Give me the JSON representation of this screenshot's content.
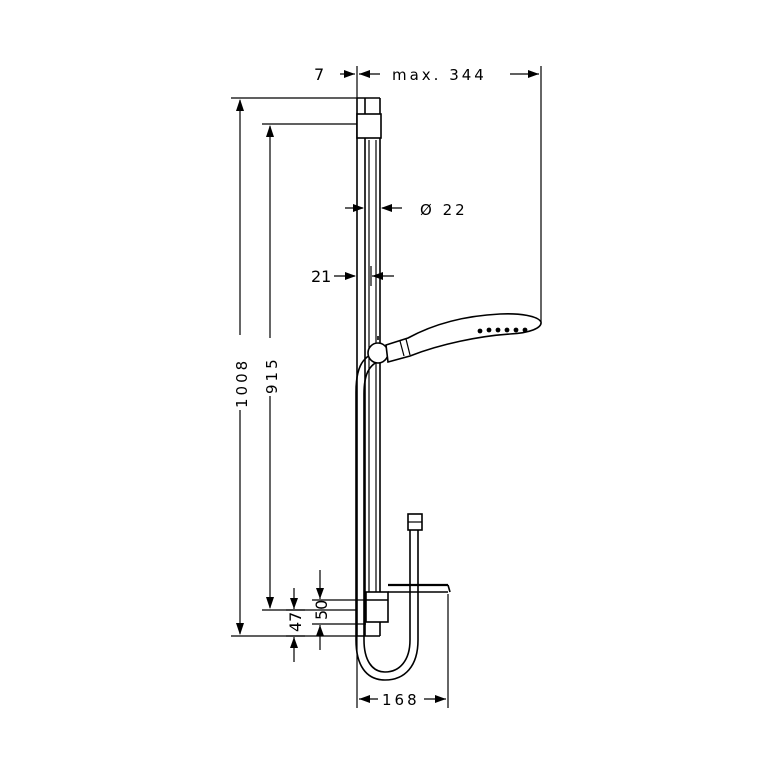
{
  "dimensions": {
    "wall_offset": "7",
    "max_projection": "max. 344",
    "rail_diameter": "Ø 22",
    "rail_depth": "21",
    "total_height": "1008",
    "rail_length": "915",
    "lower_bracket_height": "50",
    "bottom_offset": "47",
    "soap_dish_width": "168"
  }
}
